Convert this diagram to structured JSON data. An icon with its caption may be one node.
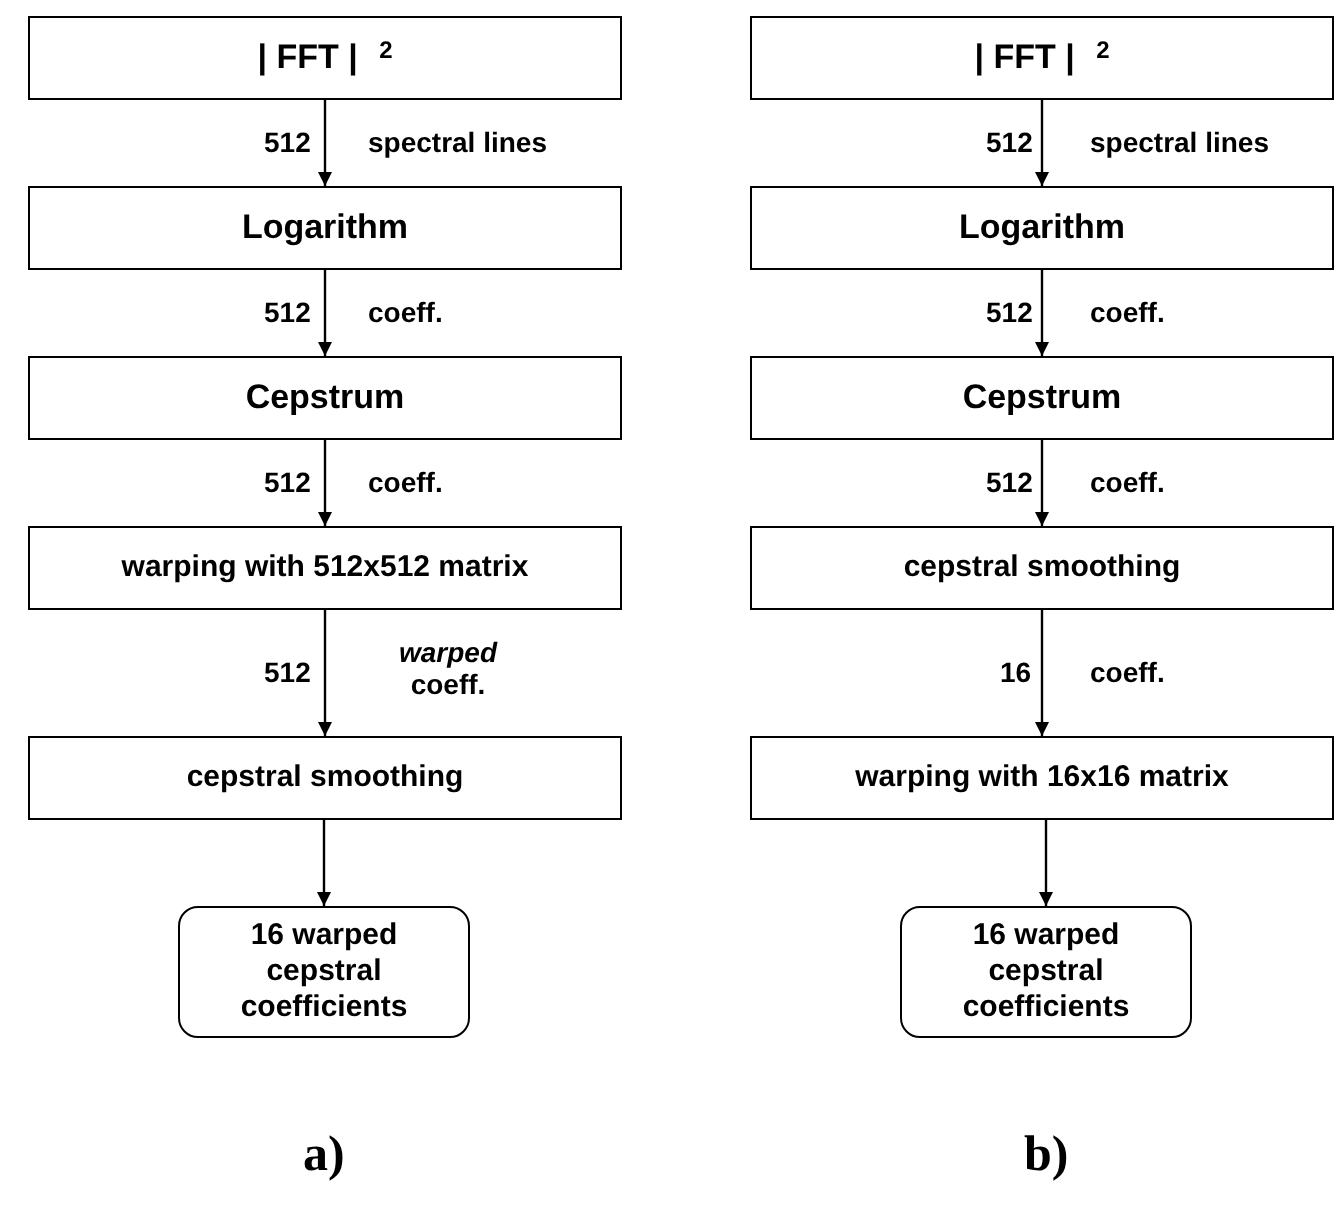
{
  "diagram": {
    "nodes": [
      {
        "text": [
          "| FFT | $^{2}$"
        ]
      },
      {
        "text": [
          "Logarithm"
        ]
      },
      {
        "text": [
          "Cepstrum"
        ]
      },
      {
        "text": [
          "warping with 512x512 matrix"
        ]
      },
      {
        "text": [
          "cepstral smoothing"
        ]
      },
      {
        "text": [
          "16 warped cepstral coefficients"
        ]
      },
      {
        "text": [
          "| FFT | $^{2}$"
        ]
      },
      {
        "text": [
          "Logarithm"
        ]
      },
      {
        "text": [
          "Cepstrum"
        ]
      },
      {
        "text": [
          "cepstral smoothing"
        ]
      },
      {
        "text": [
          "warping with 16x16 matrix"
        ]
      },
      {
        "text": [
          "16 warped cepstral coefficients"
        ]
      }
    ],
    "edges": [
      {
        "from": 0,
        "to": 1,
        "arrow": "to"
      },
      {
        "from": 1,
        "to": 2,
        "arrow": "to"
      },
      {
        "from": 2,
        "to": 3,
        "arrow": "to"
      },
      {
        "from": 3,
        "to": 4,
        "arrow": "to"
      },
      {
        "from": 4,
        "to": 5,
        "arrow": "to"
      },
      {
        "from": 6,
        "to": 7,
        "arrow": "to"
      },
      {
        "from": 7,
        "to": 8,
        "arrow": "to"
      },
      {
        "from": 8,
        "to": 9,
        "arrow": "to"
      },
      {
        "from": 9,
        "to": 10,
        "arrow": "to"
      },
      {
        "from": 10,
        "to": 11,
        "arrow": "to"
      }
    ],
    "labels": [
      "512",
      "spectral lines",
      "512",
      "spectral lines",
      "512",
      "coeff.",
      "512",
      "coeff.",
      "512",
      "coeff.",
      "512",
      "coeff.",
      "512",
      "*warped* coeff.",
      "16",
      "coeff.",
      "a)",
      "b)"
    ]
  }
}
